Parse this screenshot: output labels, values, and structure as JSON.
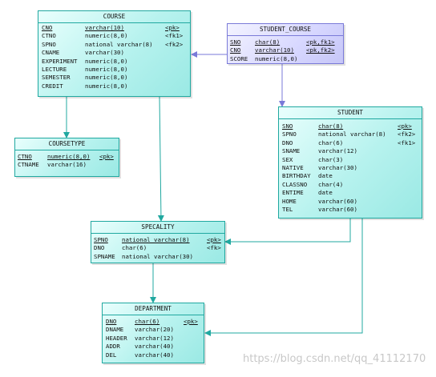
{
  "tables": {
    "course": {
      "name": "COURSE",
      "columns": [
        {
          "col": "CNO",
          "type": "varchar(10)",
          "key": "<pk>",
          "pk": true
        },
        {
          "col": "CTNO",
          "type": "numeric(8,0)",
          "key": "<fk1>"
        },
        {
          "col": "SPNO",
          "type": "national varchar(8)",
          "key": "<fk2>"
        },
        {
          "col": "CNAME",
          "type": "varchar(30)",
          "key": ""
        },
        {
          "col": "EXPERIMENT",
          "type": "numeric(8,0)",
          "key": ""
        },
        {
          "col": "LECTURE",
          "type": "numeric(8,0)",
          "key": ""
        },
        {
          "col": "SEMESTER",
          "type": "numeric(8,0)",
          "key": ""
        },
        {
          "col": "CREDIT",
          "type": "numeric(8,0)",
          "key": ""
        }
      ]
    },
    "student_course": {
      "name": "STUDENT_COURSE",
      "columns": [
        {
          "col": "SNO",
          "type": "char(8)",
          "key": "<pk,fk1>",
          "pk": true
        },
        {
          "col": "CNO",
          "type": "varchar(10)",
          "key": "<pk,fk2>",
          "pk": true
        },
        {
          "col": "SCORE",
          "type": "numeric(8,0)",
          "key": ""
        }
      ]
    },
    "coursetype": {
      "name": "COURSETYPE",
      "columns": [
        {
          "col": "CTNO",
          "type": "numeric(8,0)",
          "key": "<pk>",
          "pk": true
        },
        {
          "col": "CTNAME",
          "type": "varchar(16)",
          "key": ""
        }
      ]
    },
    "student": {
      "name": "STUDENT",
      "columns": [
        {
          "col": "SNO",
          "type": "char(8)",
          "key": "<pk>",
          "pk": true
        },
        {
          "col": "SPNO",
          "type": "national varchar(8)",
          "key": "<fk2>"
        },
        {
          "col": "DNO",
          "type": "char(6)",
          "key": "<fk1>"
        },
        {
          "col": "SNAME",
          "type": "varchar(12)",
          "key": ""
        },
        {
          "col": "SEX",
          "type": "char(3)",
          "key": ""
        },
        {
          "col": "NATIVE",
          "type": "varchar(30)",
          "key": ""
        },
        {
          "col": "BIRTHDAY",
          "type": "date",
          "key": ""
        },
        {
          "col": "CLASSNO",
          "type": "char(4)",
          "key": ""
        },
        {
          "col": "ENTIME",
          "type": "date",
          "key": ""
        },
        {
          "col": "HOME",
          "type": "varchar(60)",
          "key": ""
        },
        {
          "col": "TEL",
          "type": "varchar(60)",
          "key": ""
        }
      ]
    },
    "specality": {
      "name": "SPECALITY",
      "columns": [
        {
          "col": "SPNO",
          "type": "national varchar(8)",
          "key": "<pk>",
          "pk": true
        },
        {
          "col": "DNO",
          "type": "char(6)",
          "key": "<fk>"
        },
        {
          "col": "SPNAME",
          "type": "national varchar(30)",
          "key": ""
        }
      ]
    },
    "department": {
      "name": "DEPARTMENT",
      "columns": [
        {
          "col": "DNO",
          "type": "char(6)",
          "key": "<pk>",
          "pk": true
        },
        {
          "col": "DNAME",
          "type": "varchar(20)",
          "key": ""
        },
        {
          "col": "HEADER",
          "type": "varchar(12)",
          "key": ""
        },
        {
          "col": "ADDR",
          "type": "varchar(40)",
          "key": ""
        },
        {
          "col": "DEL",
          "type": "varchar(40)",
          "key": ""
        }
      ]
    }
  },
  "colors": {
    "entity_border": "#20a8a0",
    "assoc_border": "#7a7ad8",
    "entity_link": "#20a8a0",
    "assoc_link": "#7a7ad8"
  },
  "watermark": "https://blog.csdn.net/qq_41112170"
}
